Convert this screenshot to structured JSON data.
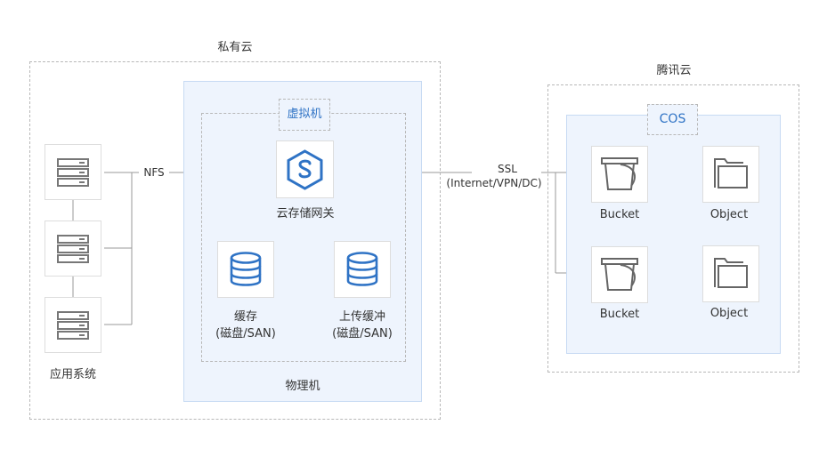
{
  "private_cloud": {
    "title": "私有云",
    "app_system_label": "应用系统",
    "nfs_label": "NFS",
    "physical_machine_label": "物理机",
    "vm_label": "虚拟机",
    "gateway_label": "云存储网关",
    "cache": {
      "line1": "缓存",
      "line2": "(磁盘/SAN)"
    },
    "upload_buffer": {
      "line1": "上传缓冲",
      "line2": "(磁盘/SAN)"
    }
  },
  "link": {
    "ssl_label": "SSL",
    "ssl_sub": "(Internet/VPN/DC)"
  },
  "tencent_cloud": {
    "title": "腾讯云",
    "cos_label": "COS",
    "rows": [
      {
        "bucket": "Bucket",
        "object": "Object"
      },
      {
        "bucket": "Bucket",
        "object": "Object"
      }
    ]
  },
  "colors": {
    "accent": "#2f73c5",
    "panel_bg": "#eef4fd",
    "dashed": "#b8b8b8",
    "icon_gray": "#666666"
  }
}
